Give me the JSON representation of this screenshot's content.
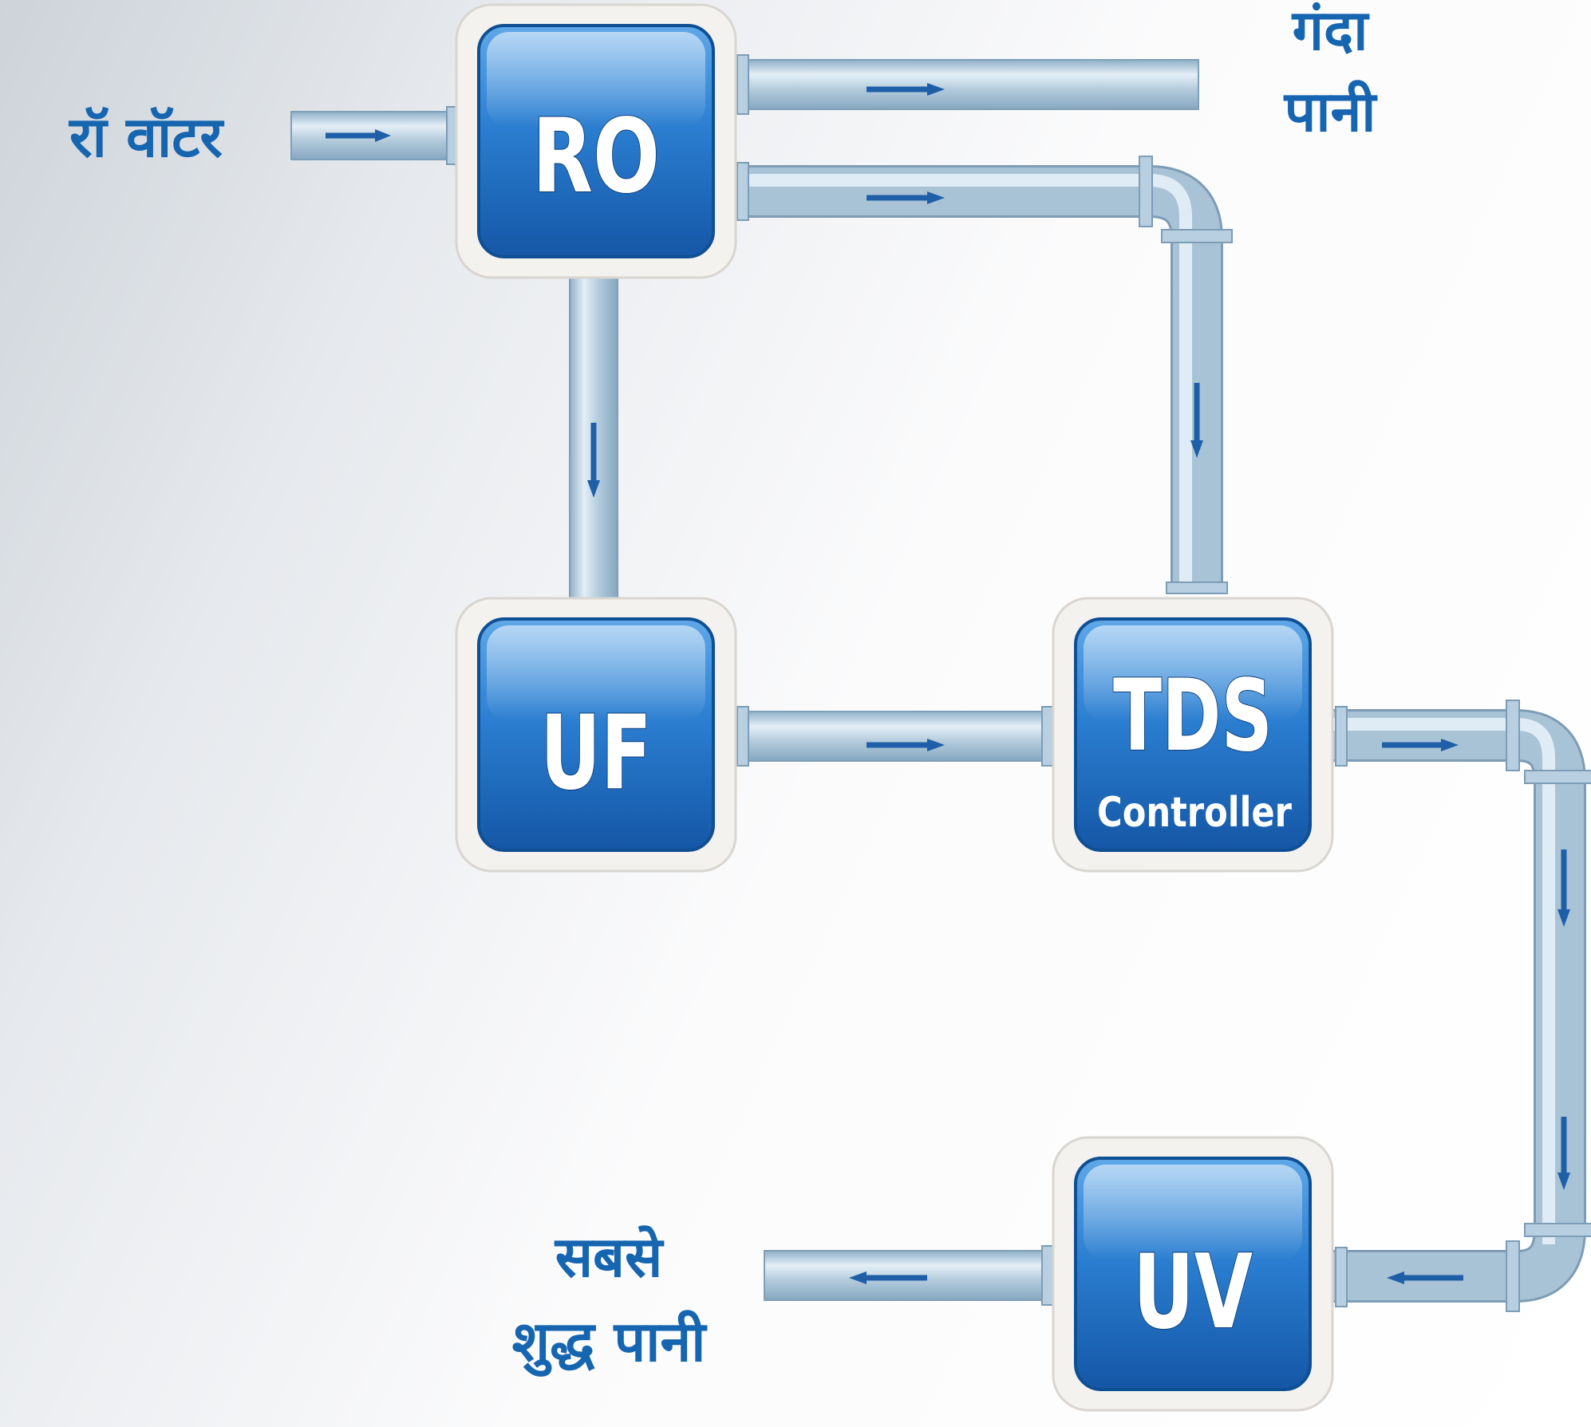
{
  "labels": {
    "raw_water": "रॉ वॉटर",
    "waste_water_line1": "गंदा",
    "waste_water_line2": "पानी",
    "purest_water_line1": "सबसे",
    "purest_water_line2": "शुद्ध पानी"
  },
  "units": {
    "ro": {
      "title": "RO"
    },
    "uf": {
      "title": "UF"
    },
    "tds": {
      "title": "TDS",
      "subtitle": "Controller"
    },
    "uv": {
      "title": "UV"
    }
  },
  "colors": {
    "unit_blue": "#1e6fc2",
    "unit_blue_dark": "#0f4f93",
    "pipe": "#a9c3d6",
    "arrow": "#1e5fa8",
    "label_text": "#1565b0"
  }
}
